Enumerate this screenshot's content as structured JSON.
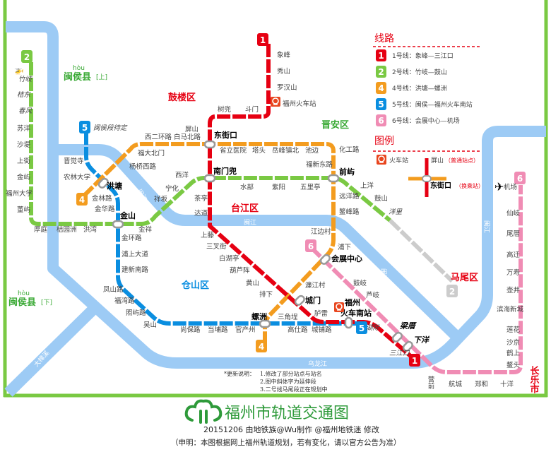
{
  "colors": {
    "line1": "#e60012",
    "line2": "#7ac943",
    "line4": "#f39c1f",
    "line5": "#0a8ee0",
    "line6": "#f08cb4",
    "river": "#9dcbf5",
    "frame": "#7ac943",
    "planned": "#cccccc"
  },
  "legend": {
    "lines_title": "线路",
    "lines": [
      {
        "num": "1",
        "label": "1号线：象峰—三江口"
      },
      {
        "num": "2",
        "label": "2号线：竹岐—鼓山"
      },
      {
        "num": "4",
        "label": "4号线：洪塘—螺洲"
      },
      {
        "num": "5",
        "label": "5号线：闽侯—福州火车南站"
      },
      {
        "num": "6",
        "label": "6号线：会展中心—机场"
      }
    ],
    "symbols_title": "图例",
    "train_station": "火车站",
    "normal_station": "屏山",
    "normal_note": "（普通站点）",
    "transfer_station": "东街口",
    "transfer_note": "（换乘站）"
  },
  "badges": {
    "l1a": "1",
    "l1b": "1",
    "l2a": "2",
    "l2b": "2",
    "l4a": "4",
    "l4b": "4",
    "l5a": "5",
    "l5b": "5",
    "l6a": "6",
    "l6b": "6"
  },
  "districts": {
    "gulou": "鼓楼区",
    "jinan": "晋安区",
    "taijiang": "台江区",
    "cangshan": "仓山区",
    "mawei": "马尾区",
    "minhou_pinyin": "hòu",
    "minhou_up": "闽侯县",
    "up": "[上]",
    "minhou_down": "闽侯县",
    "down": "[下]",
    "changle": "长乐市"
  },
  "rivers": {
    "minjiang": "闽江",
    "wulongjiang": "乌龙江",
    "dazhangxi": "大樟溪"
  },
  "stations": {
    "line1": [
      "象峰",
      "秀山",
      "罗汉山",
      "福州火车站",
      "斗门",
      "树兜",
      "屏山",
      "上藤",
      "三叉街",
      "白湖亭",
      "葫芦阵",
      "黄山",
      "排下",
      "三角埕",
      "胪雷",
      "茶亭",
      "达道",
      "三江口"
    ],
    "line2": [
      "竹岐",
      "桔东",
      "春风",
      "苏洋",
      "沙堤",
      "上街",
      "金屿",
      "福州大学",
      "董屿",
      "厚庭",
      "桔园洲",
      "洪湾",
      "金祥",
      "祥坂",
      "宁化",
      "西洋",
      "水部",
      "紫阳",
      "五里亭",
      "上洋",
      "鼓山",
      "洋里"
    ],
    "line4": [
      "杨桥西路",
      "福大北门",
      "西二环路 白马北路",
      "省立医院",
      "塔头",
      "岳峰镇北",
      "池边",
      "化工路",
      "福新东路",
      "远洋路",
      "鳌峰路",
      "江边村",
      "浦下",
      "濂江村"
    ],
    "line5": [
      "闽侯段待定",
      "晋觉寺",
      "农林大学",
      "金林路",
      "金华路",
      "金环路",
      "浦上大道",
      "建新南路",
      "凤山路",
      "福湾路",
      "照屿路",
      "吴山",
      "尚保路",
      "当埔路",
      "官产州",
      "高仕路",
      "城铺路",
      "湖际"
    ],
    "line6": [
      "鼓岐",
      "芦岐",
      "营前",
      "航城",
      "郑和",
      "十洋",
      "鳌头",
      "鹤上",
      "沙京",
      "莲花",
      "滨海新城",
      "壶井",
      "万寿",
      "高迁",
      "尾厝",
      "仙岐",
      "机场"
    ],
    "transfers": [
      "东街口",
      "南门兜",
      "前屿",
      "洪塘",
      "金山",
      "会展中心",
      "城门",
      "螺洲",
      "福州",
      "火车南站",
      "梁厝",
      "下洋"
    ]
  },
  "notes": {
    "title": "*更新说明：",
    "items": [
      "1.修改了部分站点与站名",
      "2.图中斜体字为延伸段",
      "3.二号线马尾段正在规划中"
    ]
  },
  "footer": {
    "title": "福州市轨道交通图",
    "credit": "20151206  由地铁族@Wu制作  @福州地铁迷 修改",
    "disclaimer": "（申明：本图根据网上福州轨道规划，若有变化，请以官方公告为准）"
  }
}
